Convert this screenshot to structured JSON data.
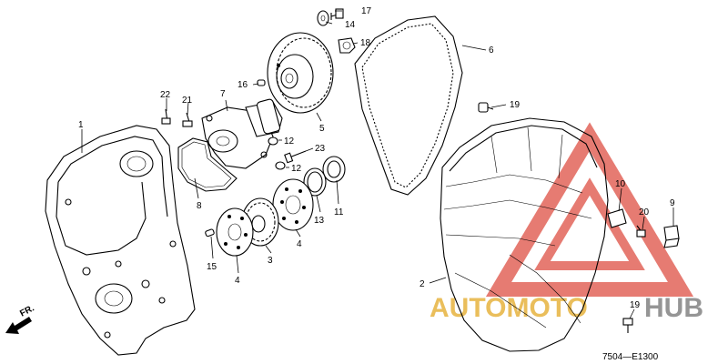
{
  "diagram": {
    "code": "7504—E1300",
    "direction": "FR.",
    "watermark": {
      "part1": "AUTOMOTO",
      "part2": "HUB",
      "color_gold": "#e8b84a",
      "color_red": "#e05a4f",
      "color_gray": "#8a8a8a"
    },
    "labels": {
      "p1": "1",
      "p2": "2",
      "p3": "3",
      "p4a": "4",
      "p4b": "4",
      "p5": "5",
      "p6": "6",
      "p7": "7",
      "p8": "8",
      "p9": "9",
      "p10": "10",
      "p11": "11",
      "p12a": "12",
      "p12b": "12",
      "p13": "13",
      "p14": "14",
      "p15": "15",
      "p16": "16",
      "p17": "17",
      "p18": "18",
      "p19a": "19",
      "p19b": "19",
      "p20": "20",
      "p21": "21",
      "p22": "22",
      "p23": "23"
    }
  }
}
